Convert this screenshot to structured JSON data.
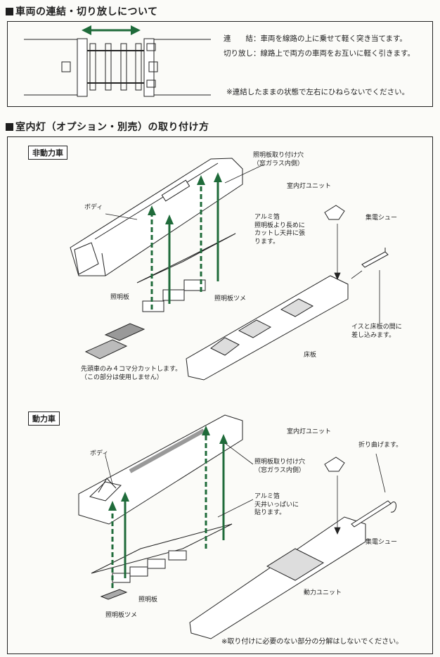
{
  "section1": {
    "title": "車両の連結・切り放しについて",
    "coupling_label": "連　　結：",
    "coupling_text": "車両を線路の上に乗せて軽く突き当てます。",
    "uncoupling_label": "切り放し：",
    "uncoupling_text": "線路上で両方の車両をお互いに軽く引きます。",
    "note": "※連結したままの状態で左右にひねらないでください。"
  },
  "section2": {
    "title": "室内灯（オプション・別売）の取り付け方",
    "unpowered": {
      "tag": "非動力車",
      "light_hole": "照明板取り付け穴\n（窓ガラス内側）",
      "lamp_unit": "室内灯ユニット",
      "body": "ボディ",
      "foil": "アルミ箔\n照明板より長めに\nカットし天井に張\nります。",
      "collector": "集電シュー",
      "light_board": "照明板",
      "light_tab": "照明板ツメ",
      "insert_note": "イスと床板の間に\n差し込みます。",
      "floor": "床板",
      "cut_note": "先頭車のみ４コマ分カットします。\n（この部分は使用しません）"
    },
    "powered": {
      "tag": "動力車",
      "lamp_unit": "室内灯ユニット",
      "fold": "折り曲げます。",
      "body": "ボディ",
      "light_hole": "照明板取り付け穴\n（窓ガラス内側）",
      "foil": "アルミ箔\n天井いっぱいに\n貼ります。",
      "collector": "集電シュー",
      "motor": "動力ユニット",
      "light_board": "照明板",
      "light_tab": "照明板ツメ"
    },
    "footer_note": "※取り付けに必要のない部分の分解はしないでください。"
  },
  "colors": {
    "arrow_green": "#1f6b3a",
    "ink": "#1e1e1e"
  }
}
